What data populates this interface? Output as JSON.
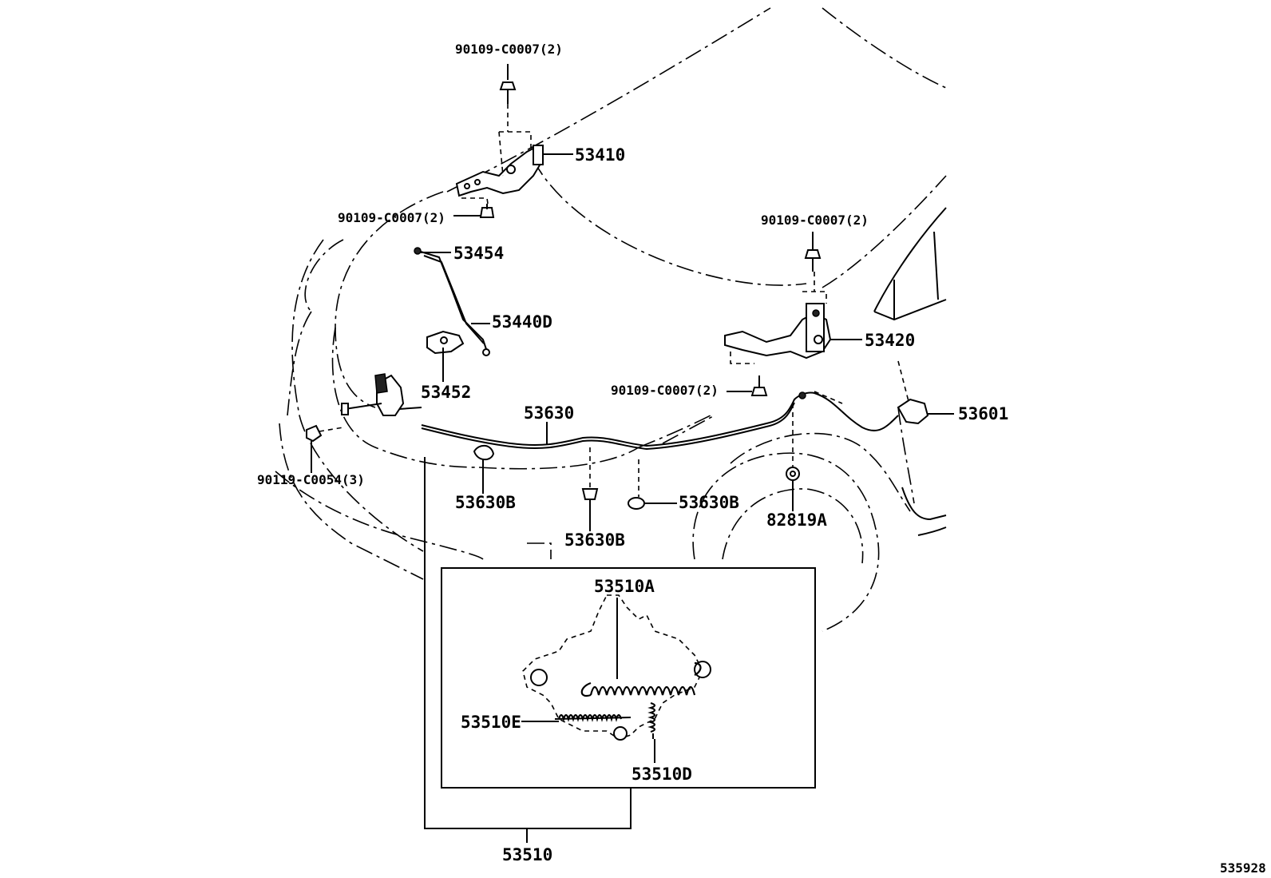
{
  "labels": {
    "p90109_top": "90109-C0007(2)",
    "p53410": "53410",
    "p90109_left": "90109-C0007(2)",
    "p53454": "53454",
    "p53440D": "53440D",
    "p53452": "53452",
    "p90109_right": "90109-C0007(2)",
    "p53420": "53420",
    "p90109_mid": "90109-C0007(2)",
    "p53630": "53630",
    "p53601": "53601",
    "p90119": "90119-C0054(3)",
    "p53630B_a": "53630B",
    "p53630B_b": "53630B",
    "p53630B_c": "53630B",
    "p82819A": "82819A",
    "p53510A": "53510A",
    "p53510E": "53510E",
    "p53510D": "53510D",
    "p53510": "53510"
  },
  "figure_id": "535928"
}
